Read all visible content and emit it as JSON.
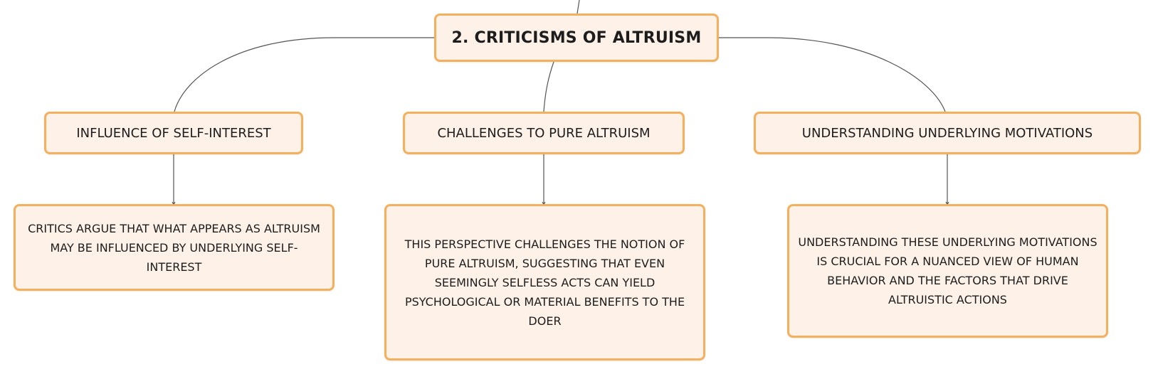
{
  "mindmap": {
    "root": "2. CRITICISMS OF ALTRUISM",
    "branches": [
      {
        "topic": "INFLUENCE OF SELF-INTEREST",
        "detail": "CRITICS ARGUE THAT WHAT APPEARS AS ALTRUISM MAY BE INFLUENCED BY UNDERLYING SELF-INTEREST"
      },
      {
        "topic": "CHALLENGES TO PURE ALTRUISM",
        "detail": "THIS PERSPECTIVE CHALLENGES THE NOTION OF PURE ALTRUISM, SUGGESTING THAT EVEN SEEMINGLY SELFLESS ACTS CAN YIELD PSYCHOLOGICAL OR MATERIAL BENEFITS TO THE DOER"
      },
      {
        "topic": "UNDERSTANDING UNDERLYING MOTIVATIONS",
        "detail": "UNDERSTANDING THESE UNDERLYING MOTIVATIONS IS CRUCIAL FOR A NUANCED VIEW OF HUMAN BEHAVIOR AND THE FACTORS THAT DRIVE ALTRUISTIC ACTIONS"
      }
    ]
  },
  "colors": {
    "node_fill": "#fdf1e8",
    "node_border": "#f5b05e",
    "connector": "#555555"
  }
}
